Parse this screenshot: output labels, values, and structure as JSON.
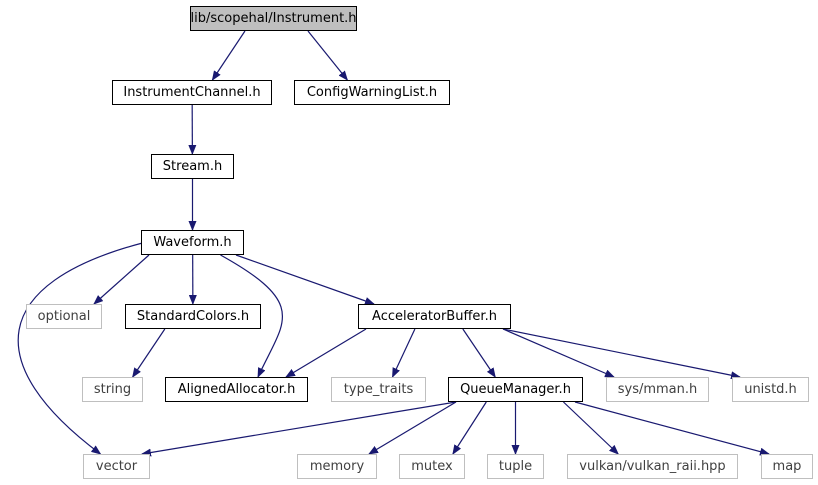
{
  "colors": {
    "edge": "#191970",
    "current_fill": "#bfbfbf",
    "local_border": "#000000",
    "system_border": "#bfbfbf",
    "system_text": "#404040"
  },
  "nodes": {
    "instrument": {
      "label": "lib/scopehal/Instrument.h",
      "kind": "current"
    },
    "instrumentchannel": {
      "label": "InstrumentChannel.h",
      "kind": "local"
    },
    "configwarninglist": {
      "label": "ConfigWarningList.h",
      "kind": "local"
    },
    "stream": {
      "label": "Stream.h",
      "kind": "local"
    },
    "waveform": {
      "label": "Waveform.h",
      "kind": "local"
    },
    "optional": {
      "label": "optional",
      "kind": "system"
    },
    "standardcolors": {
      "label": "StandardColors.h",
      "kind": "local"
    },
    "acceleratorbuffer": {
      "label": "AcceleratorBuffer.h",
      "kind": "local"
    },
    "string": {
      "label": "string",
      "kind": "system"
    },
    "alignedallocator": {
      "label": "AlignedAllocator.h",
      "kind": "local"
    },
    "type_traits": {
      "label": "type_traits",
      "kind": "system"
    },
    "queuemanager": {
      "label": "QueueManager.h",
      "kind": "local"
    },
    "sys_mman": {
      "label": "sys/mman.h",
      "kind": "system"
    },
    "unistd": {
      "label": "unistd.h",
      "kind": "system"
    },
    "vector": {
      "label": "vector",
      "kind": "system"
    },
    "memory": {
      "label": "memory",
      "kind": "system"
    },
    "mutex": {
      "label": "mutex",
      "kind": "system"
    },
    "tuple": {
      "label": "tuple",
      "kind": "system"
    },
    "vulkan_raii": {
      "label": "vulkan/vulkan_raii.hpp",
      "kind": "system"
    },
    "map": {
      "label": "map",
      "kind": "system"
    }
  },
  "edges": [
    [
      "instrument",
      "instrumentchannel"
    ],
    [
      "instrument",
      "configwarninglist"
    ],
    [
      "instrumentchannel",
      "stream"
    ],
    [
      "stream",
      "waveform"
    ],
    [
      "waveform",
      "optional"
    ],
    [
      "waveform",
      "standardcolors"
    ],
    [
      "waveform",
      "acceleratorbuffer"
    ],
    [
      "waveform",
      "alignedallocator"
    ],
    [
      "waveform",
      "vector"
    ],
    [
      "standardcolors",
      "string"
    ],
    [
      "acceleratorbuffer",
      "alignedallocator"
    ],
    [
      "acceleratorbuffer",
      "type_traits"
    ],
    [
      "acceleratorbuffer",
      "queuemanager"
    ],
    [
      "acceleratorbuffer",
      "sys_mman"
    ],
    [
      "acceleratorbuffer",
      "unistd"
    ],
    [
      "queuemanager",
      "vector"
    ],
    [
      "queuemanager",
      "memory"
    ],
    [
      "queuemanager",
      "mutex"
    ],
    [
      "queuemanager",
      "tuple"
    ],
    [
      "queuemanager",
      "vulkan_raii"
    ],
    [
      "queuemanager",
      "map"
    ]
  ]
}
